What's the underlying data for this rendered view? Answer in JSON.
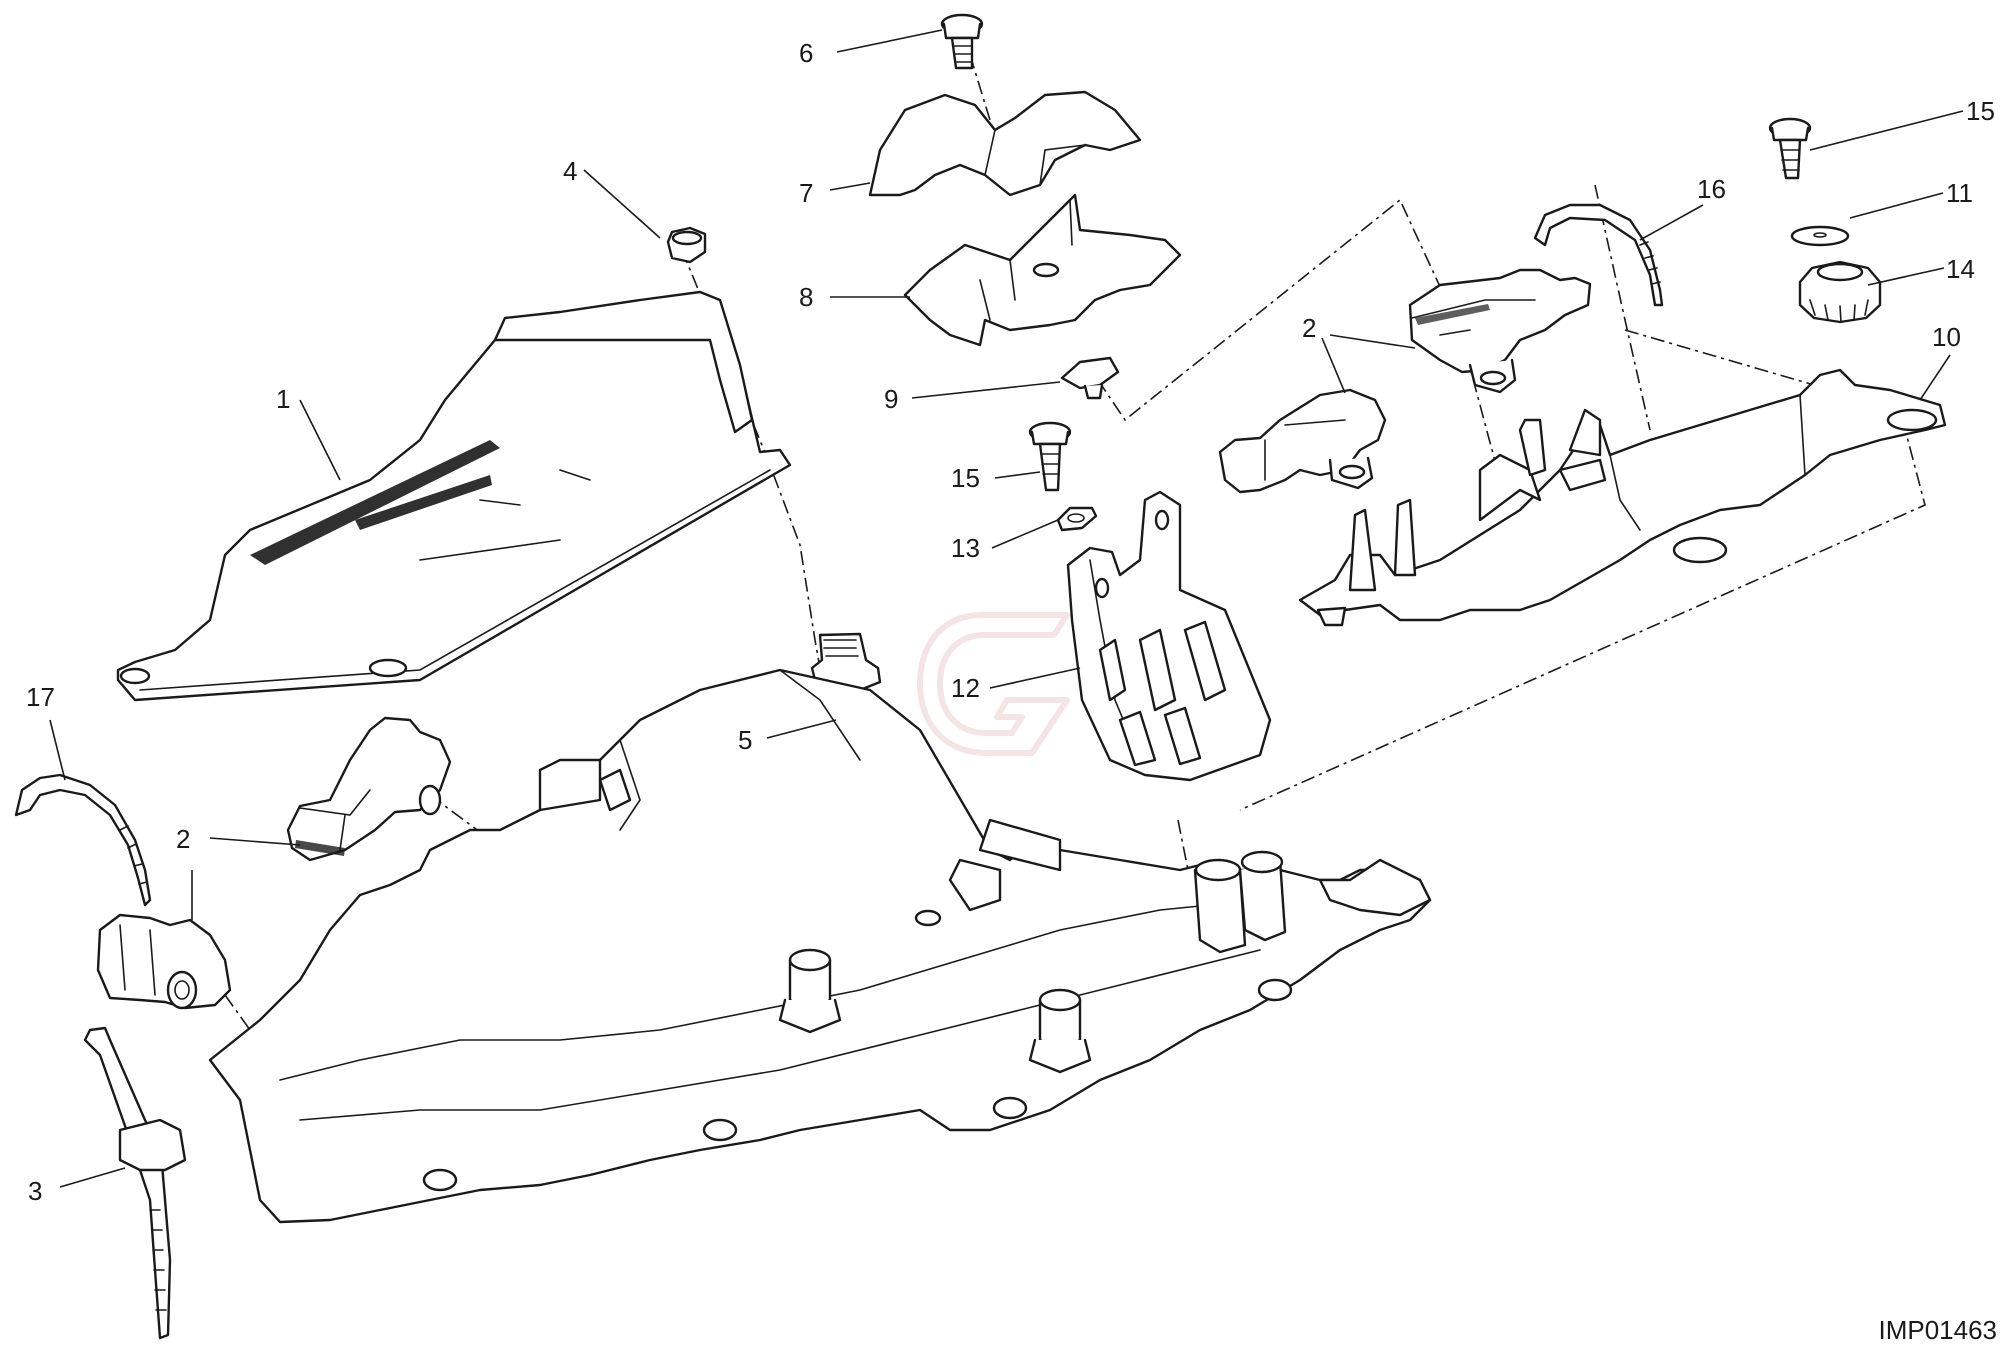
{
  "diagram": {
    "drawing_code": "IMP01463",
    "callouts": [
      "1",
      "2",
      "2",
      "3",
      "4",
      "5",
      "6",
      "7",
      "8",
      "9",
      "10",
      "11",
      "12",
      "13",
      "14",
      "15",
      "15",
      "16",
      "17"
    ],
    "colors": {
      "line": "#1a1a1a",
      "background": "#ffffff",
      "watermark": "#d9a0a0"
    },
    "watermark_icon": "watermark-logo-icon"
  }
}
